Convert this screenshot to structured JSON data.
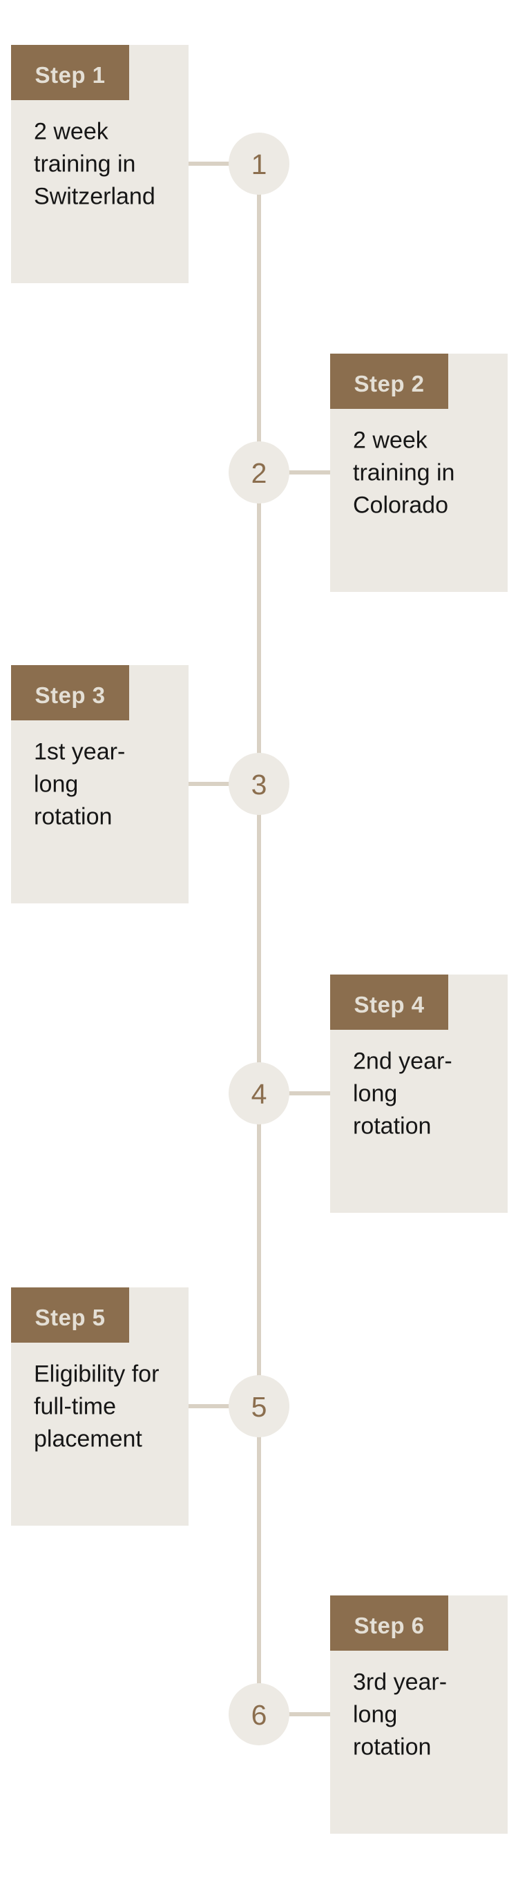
{
  "colors": {
    "accent": "#8b6e4e",
    "card-bg": "#ece9e3",
    "circle-bg": "#edeae4",
    "line": "#d9d1c4",
    "badge-text": "#e4dfd5",
    "body-text": "#161616",
    "page-bg": "#ffffff"
  },
  "timeline": {
    "orientation": "vertical-alternating",
    "step_count": 6
  },
  "steps": [
    {
      "label": "Step 1",
      "number": "1",
      "description": "2 week\ntraining in\nSwitzerland"
    },
    {
      "label": "Step 2",
      "number": "2",
      "description": "2 week\ntraining in\nColorado"
    },
    {
      "label": "Step 3",
      "number": "3",
      "description": "1st year-\nlong\nrotation"
    },
    {
      "label": "Step 4",
      "number": "4",
      "description": "2nd year-\nlong\nrotation"
    },
    {
      "label": "Step 5",
      "number": "5",
      "description": "Eligibility for\nfull-time\nplacement"
    },
    {
      "label": "Step 6",
      "number": "6",
      "description": "3rd year-\nlong\nrotation"
    }
  ]
}
